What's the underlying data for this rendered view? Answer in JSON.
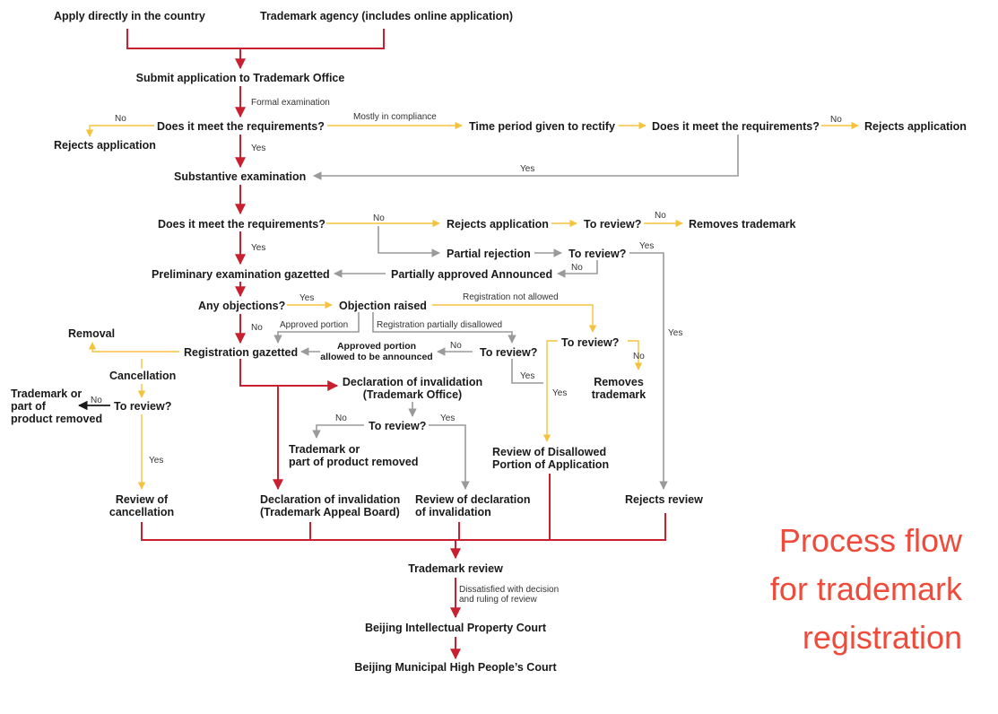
{
  "nodes": {
    "apply_direct": "Apply directly in the country",
    "trademark_agency": "Trademark agency (includes online application)",
    "submit": "Submit application to Trademark Office",
    "meet_req_1": "Does it meet the requirements?",
    "rejects_app_1": "Rejects application",
    "time_period": "Time period given to rectify",
    "meet_req_2": "Does it meet the requirements?",
    "rejects_app_2": "Rejects application",
    "substantive": "Substantive examination",
    "meet_req_3": "Does it meet the requirements?",
    "rejects_app_3": "Rejects application",
    "to_review_1": "To review?",
    "removes_trademark_1": "Removes trademark",
    "partial_rejection": "Partial rejection",
    "to_review_2": "To review?",
    "prelim_gazetted": "Preliminary examination gazetted",
    "partially_approved": "Partially approved Announced",
    "any_objections": "Any objections?",
    "objection_raised": "Objection raised",
    "removal": "Removal",
    "registration_gazetted": "Registration gazetted",
    "approved_portion_announced": "Approved portion\nallowed to be announced",
    "to_review_3": "To review?",
    "to_review_4": "To review?",
    "removes_trademark_2": "Removes\ntrademark",
    "cancellation": "Cancellation",
    "trademark_part_removed_left": "Trademark or\npart of\nproduct removed",
    "to_review_5": "To review?",
    "declaration_office": "Declaration of invalidation\n(Trademark Office)",
    "to_review_6": "To review?",
    "trademark_part_removed_mid": "Trademark or\npart of product removed",
    "review_disallowed": "Review of Disallowed\nPortion of Application",
    "review_cancellation": "Review of\ncancellation",
    "declaration_board": "Declaration of invalidation\n(Trademark Appeal Board)",
    "review_declaration": "Review of declaration\nof invalidation",
    "rejects_review": "Rejects review",
    "trademark_review": "Trademark review",
    "beijing_ip_court": "Beijing Intellectual Property Court",
    "beijing_high_court": "Beijing Municipal High People’s Court"
  },
  "labels": {
    "formal_exam": "Formal examination",
    "no_1": "No",
    "mostly_compliance": "Mostly in compliance",
    "no_2": "No",
    "yes_1": "Yes",
    "yes_2": "Yes",
    "no_3": "No",
    "no_4": "No",
    "yes_3": "Yes",
    "yes_4": "Yes",
    "no_5": "No",
    "yes_5": "Yes",
    "registration_not_allowed": "Registration not allowed",
    "no_6": "No",
    "approved_portion": "Approved portion",
    "registration_partially_disallowed": "Registration partially disallowed",
    "no_7": "No",
    "yes_6": "Yes",
    "no_8": "No",
    "yes_7": "Yes",
    "yes_8": "Yes",
    "no_9": "No",
    "no_10": "No",
    "yes_9": "Yes",
    "yes_10": "Yes",
    "dissatisfied": "Dissatisfied with decision\nand ruling of review"
  },
  "title": {
    "line1": "Process flow",
    "line2": "for trademark",
    "line3": "registration"
  },
  "colors": {
    "red": "#c8202f",
    "yellow": "#f5c33b",
    "gray": "#9a9a9a",
    "black": "#1a1a1a",
    "title": "#f04a3a"
  }
}
